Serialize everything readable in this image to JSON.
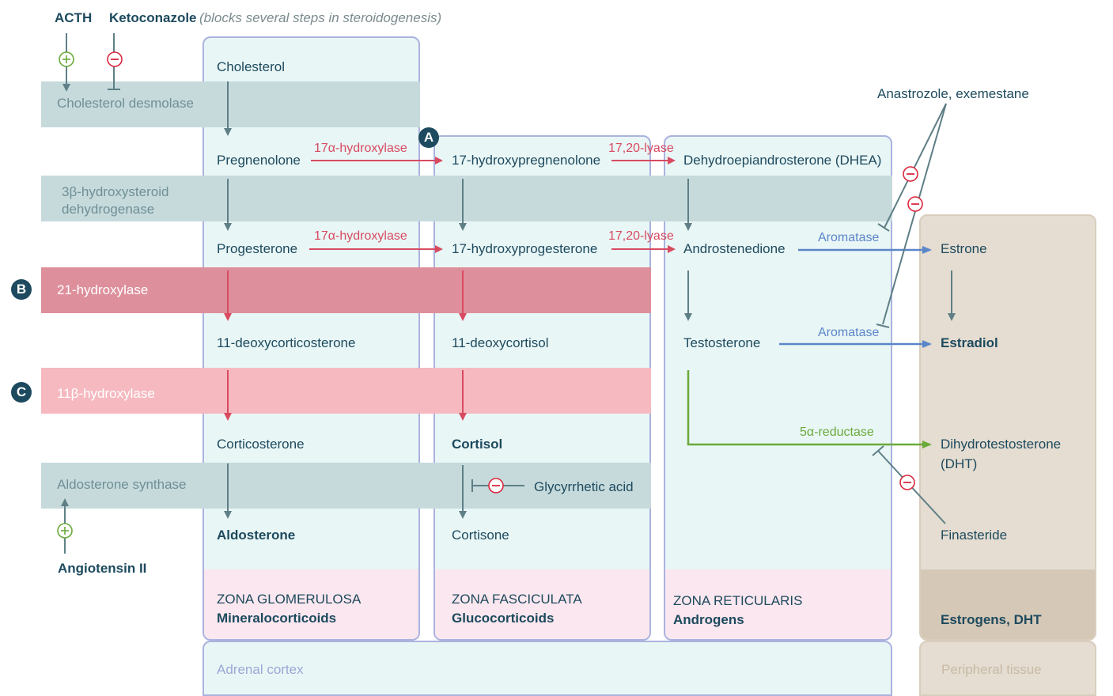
{
  "header": {
    "acth": "ACTH",
    "ketoconazole": "Ketoconazole",
    "ketoconazole_note": "(blocks several steps in steroidogenesis)"
  },
  "enzymes": {
    "desmolase": "Cholesterol desmolase",
    "hsd_line1": "3β-hydroxysteroid",
    "hsd_line2": "dehydrogenase",
    "hydroxylase21": "21-hydroxylase",
    "hydroxylase11b": "11β-hydroxylase",
    "aldo_synthase": "Aldosterone synthase"
  },
  "markers": {
    "a": "A",
    "b": "B",
    "c": "C"
  },
  "metabolites": {
    "cholesterol": "Cholesterol",
    "pregnenolone": "Pregnenolone",
    "hydroxypregnenolone": "17-hydroxypregnenolone",
    "dhea": "Dehydroepiandrosterone (DHEA)",
    "progesterone": "Progesterone",
    "hydroxyprogesterone": "17-hydroxyprogesterone",
    "androstenedione": "Androstenedione",
    "estrone": "Estrone",
    "deoxycorticosterone": "11-deoxycorticosterone",
    "deoxycortisol": "11-deoxycortisol",
    "testosterone": "Testosterone",
    "estradiol": "Estradiol",
    "corticosterone": "Corticosterone",
    "cortisol": "Cortisol",
    "dht_line1": "Dihydrotestosterone",
    "dht_line2": "(DHT)",
    "aldosterone": "Aldosterone",
    "cortisone": "Cortisone"
  },
  "reactions": {
    "hydroxylase17_top": "17α-hydroxylase",
    "hydroxylase17_mid": "17α-hydroxylase",
    "lyase_top": "17,20-lyase",
    "lyase_mid": "17,20-lyase",
    "aromatase_top": "Aromatase",
    "aromatase_bottom": "Aromatase",
    "reductase": "5α-reductase"
  },
  "drugs": {
    "anastrozole": "Anastrozole, exemestane",
    "glycyrrhetic": "Glycyrrhetic acid",
    "finasteride": "Finasteride",
    "angiotensin": "Angiotensin II"
  },
  "zones": {
    "glomerulosa": {
      "title": "ZONA GLOMERULOSA",
      "sub": "Mineralocorticoids"
    },
    "fasciculata": {
      "title": "ZONA FASCICULATA",
      "sub": "Glucocorticoids"
    },
    "reticularis": {
      "title": "ZONA RETICULARIS",
      "sub": "Androgens"
    },
    "peripheral": {
      "sub": "Estrogens, DHT"
    }
  },
  "footer": {
    "adrenal_cortex": "Adrenal cortex",
    "peripheral_tissue": "Peripheral tissue"
  },
  "colors": {
    "arrow_grey": "#5f7f86",
    "arrow_red": "#d84a60",
    "arrow_blue": "#5a86c8",
    "arrow_green": "#6aaa3a",
    "inhibit_red": "#d9293e",
    "text_dark": "#1d4a5e"
  }
}
